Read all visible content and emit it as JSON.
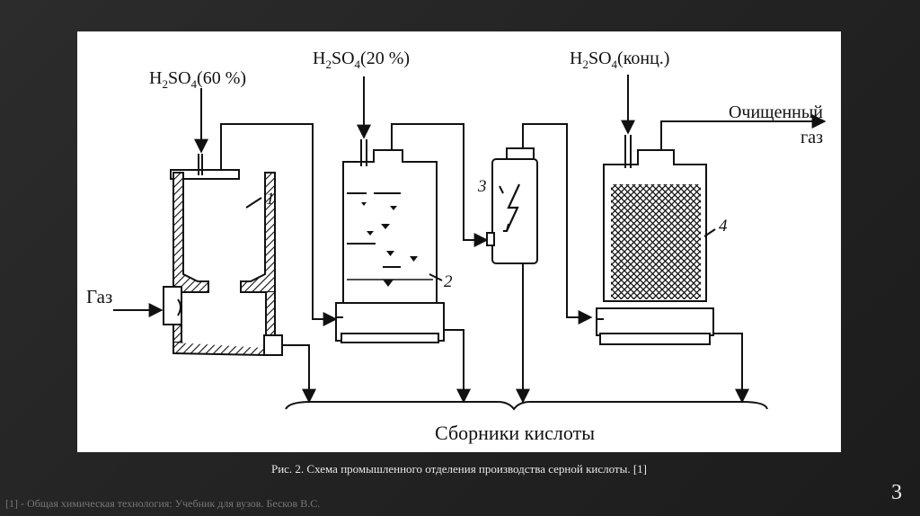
{
  "diagram": {
    "input_1": {
      "main": "H",
      "sub1": "2",
      "mid": "SO",
      "sub2": "4",
      "tail": "(60 %)"
    },
    "input_2": {
      "main": "H",
      "sub1": "2",
      "mid": "SO",
      "sub2": "4",
      "tail": "(20 %)"
    },
    "input_3": {
      "main": "H",
      "sub1": "2",
      "mid": "SO",
      "sub2": "4",
      "tail": "(конц.)"
    },
    "gas_in_label": "Газ",
    "gas_out_line1": "Очищенный",
    "gas_out_line2": "газ",
    "collectors_label": "Сборники кислоты",
    "unit_numbers": [
      "1",
      "2",
      "3",
      "4"
    ]
  },
  "caption": "Рис. 2. Схема промышленного отделения производства серной кислоты. [1]",
  "footer": "[1] - Общая химическая технология: Учебник для вузов. Бесков В.С.",
  "slide_number": "3"
}
